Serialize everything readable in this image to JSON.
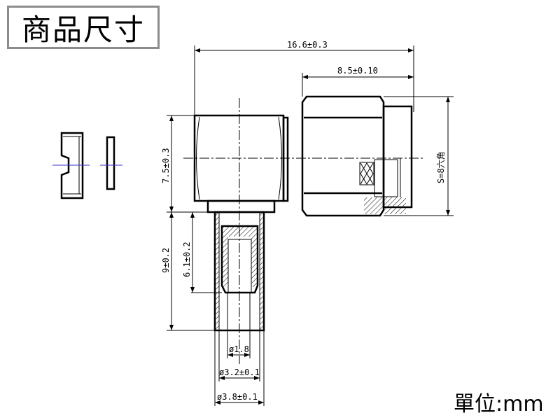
{
  "title": "商品尺寸",
  "unit_label": "單位:mm",
  "dimensions": {
    "overall_length": "16.6±0.3",
    "nut_length": "8.5±0.10",
    "hex_size": "S=8六角",
    "body_height": "7.5±0.3",
    "tube_length": "9±0.2",
    "insert_depth": "6.1±0.2",
    "inner_diameter": "ø1.8",
    "tube_inner_diameter": "ø3.2±0.1",
    "tube_outer_diameter": "ø3.8±0.1"
  },
  "colors": {
    "title_border": "#8c8c8c",
    "axis_line": "#3333cc"
  }
}
